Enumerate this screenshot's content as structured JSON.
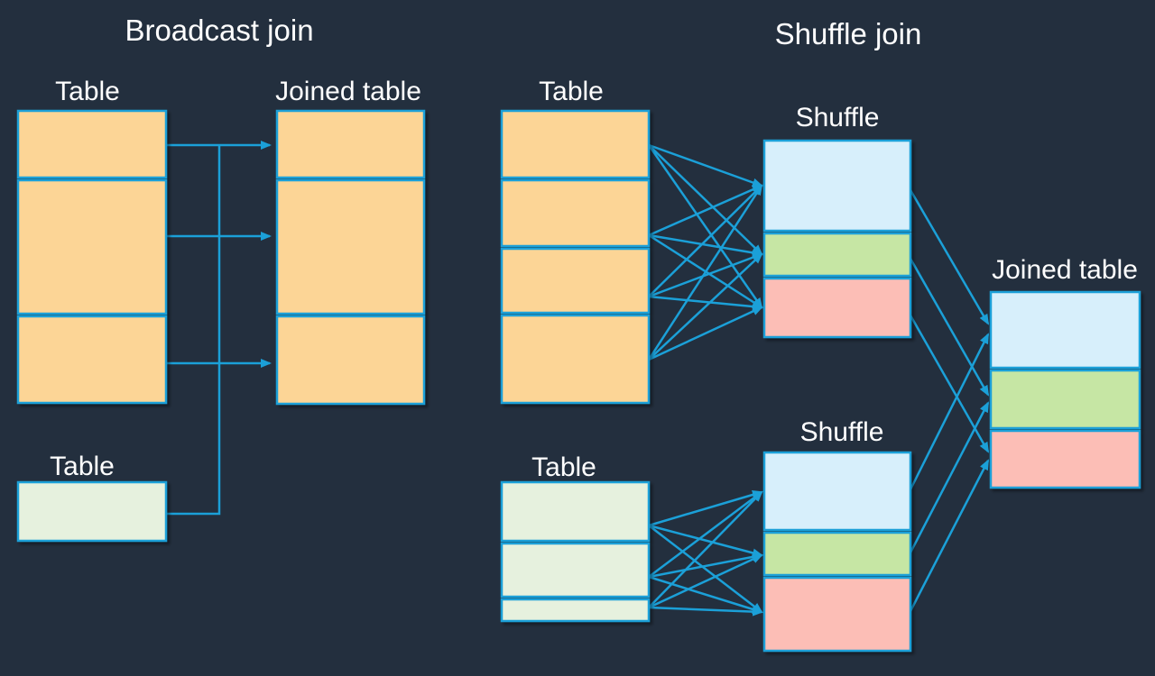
{
  "colors": {
    "background": "#232F3E",
    "accent": "#1BA0D8",
    "orange": "#FCD596",
    "blue": "#D7EFFB",
    "green": "#C6E6A4",
    "pink": "#FCBEB6",
    "pale_green": "#E6F1DE",
    "text": "#FFFFFF"
  },
  "panels": {
    "broadcast": {
      "title": "Broadcast join",
      "big_table": {
        "label": "Table",
        "segments": [
          "orange",
          "orange",
          "orange"
        ]
      },
      "joined_table": {
        "label": "Joined table",
        "segments": [
          "orange",
          "orange",
          "orange"
        ]
      },
      "small_table": {
        "label": "Table",
        "segments": [
          "pale_green"
        ]
      }
    },
    "shuffle": {
      "title": "Shuffle join",
      "top_table": {
        "label": "Table",
        "segments": [
          "orange",
          "orange",
          "orange",
          "orange"
        ]
      },
      "shuffle_top": {
        "label": "Shuffle",
        "segments": [
          "blue",
          "green",
          "pink"
        ]
      },
      "bottom_table": {
        "label": "Table",
        "segments": [
          "pale_green",
          "pale_green",
          "pale_green"
        ]
      },
      "shuffle_bottom": {
        "label": "Shuffle",
        "segments": [
          "blue",
          "green",
          "pink"
        ]
      },
      "joined_table": {
        "label": "Joined table",
        "segments": [
          "blue",
          "green",
          "pink"
        ]
      }
    }
  }
}
